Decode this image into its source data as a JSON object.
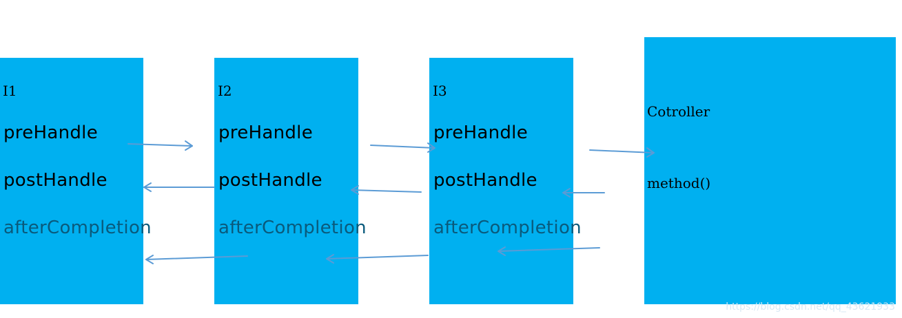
{
  "colors": {
    "box": "#00b0f0",
    "arrow": "#5b9bd5",
    "afterCompletion": "#0a5a7c"
  },
  "interceptors": [
    {
      "name": "I1",
      "pre": "preHandle",
      "post": "postHandle",
      "after": "afterCompletion"
    },
    {
      "name": "I2",
      "pre": "preHandle",
      "post": "postHandle",
      "after": "afterCompletion"
    },
    {
      "name": "I3",
      "pre": "preHandle",
      "post": "postHandle",
      "after": "afterCompletion"
    }
  ],
  "controller": {
    "title": "Cotroller",
    "method": "method()"
  },
  "watermark": "https://blog.csdn.net/qq_43621933"
}
